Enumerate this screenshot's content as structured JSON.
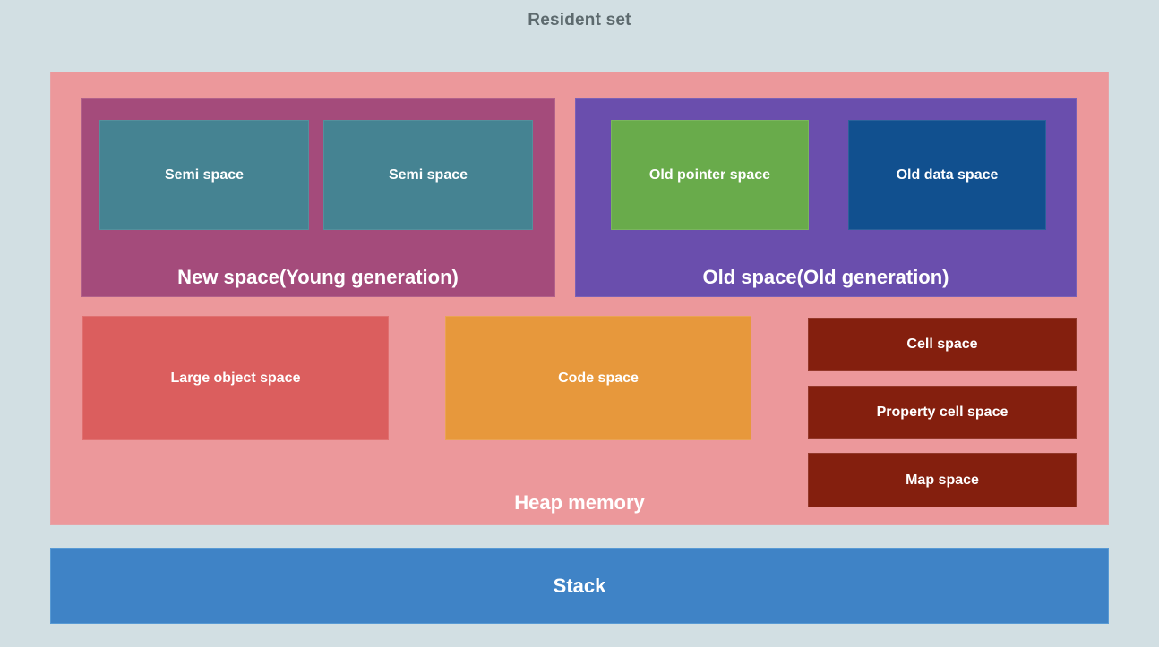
{
  "diagram": {
    "title": "Resident set",
    "title_color": "#5d6a6e",
    "background_color": "#d2dfe3"
  },
  "heap": {
    "label": "Heap memory",
    "color": "#ec989b",
    "new_space": {
      "label": "New space(Young generation)",
      "color": "#a44b7b",
      "children": [
        {
          "label": "Semi space",
          "color": "#458392"
        },
        {
          "label": "Semi space",
          "color": "#458392"
        }
      ]
    },
    "old_space": {
      "label": "Old space(Old generation)",
      "color": "#6a4ead",
      "children": [
        {
          "label": "Old pointer space",
          "color": "#69ab4b"
        },
        {
          "label": "Old data space",
          "color": "#11508f"
        }
      ]
    },
    "large_object_space": {
      "label": "Large object space",
      "color": "#db5e5e"
    },
    "code_space": {
      "label": "Code space",
      "color": "#e7983c"
    },
    "small_spaces": [
      {
        "label": "Cell space",
        "color": "#841f0e"
      },
      {
        "label": "Property cell space",
        "color": "#841f0e"
      },
      {
        "label": "Map space",
        "color": "#841f0e"
      }
    ]
  },
  "stack": {
    "label": "Stack",
    "color": "#3f83c6"
  }
}
